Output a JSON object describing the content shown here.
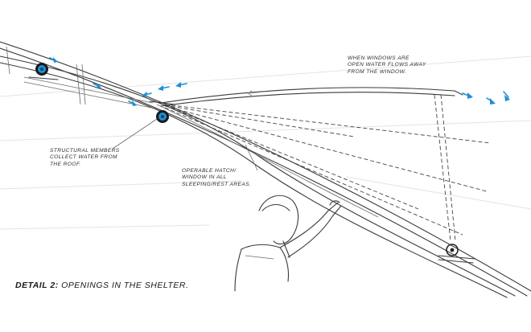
{
  "diagram": {
    "annotations": {
      "windows": [
        "WHEN WINDOWS ARE",
        "OPEN WATER FLOWS AWAY",
        "FROM THE WINDOW."
      ],
      "members": [
        "STRUCTURAL MEMBERS",
        "COLLECT WATER FROM",
        "THE ROOF."
      ],
      "hatch": [
        "OPERABLE HATCH/",
        "WINDOW IN ALL",
        "SLEEPING/REST AREAS."
      ]
    },
    "caption": {
      "label": "DETAIL 2:",
      "text": " OPENINGS IN THE SHELTER."
    },
    "colors": {
      "water_arrow": "#1f8fd6",
      "line": "#3a3a3a"
    },
    "icons": [
      "water-flow-arrow-icon",
      "gutter-roller-icon",
      "hinge-pulley-icon"
    ]
  }
}
